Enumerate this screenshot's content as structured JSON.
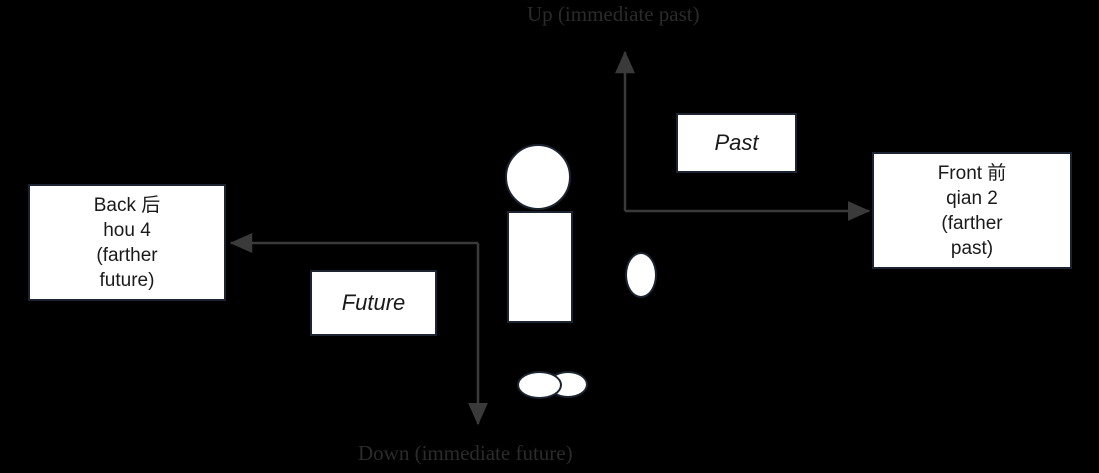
{
  "diagram": {
    "background_color": "#000000",
    "box_fill_color": "#ffffff",
    "box_border_color": "#1b2430",
    "line_color": "#3a3a3a",
    "axis_labels": {
      "up": "Up (immediate past)",
      "down": "Down (immediate future)"
    },
    "boxes": {
      "back": "Back 后\nhou 4\n(farther\nfuture)",
      "front": "Front 前\nqian 2\n(farther\npast)",
      "past": "Past",
      "future": "Future"
    },
    "figure": {
      "head": "head-circle",
      "body": "body-rectangle",
      "hand": "hand-ellipse",
      "foot_left": "foot-ellipse-left",
      "foot_right": "foot-ellipse-right"
    },
    "arrows": {
      "up": "arrow-up-immediate-past",
      "down": "arrow-down-immediate-future",
      "right": "arrow-right-farther-past",
      "left": "arrow-left-farther-future"
    }
  }
}
